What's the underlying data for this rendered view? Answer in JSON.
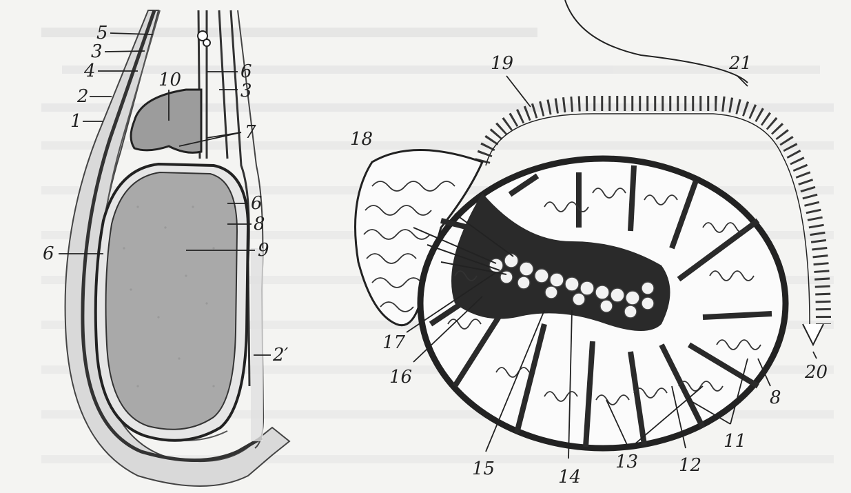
{
  "figure": {
    "left_labels": [
      "5",
      "3",
      "4",
      "2",
      "1",
      "10",
      "6",
      "3",
      "7",
      "6",
      "8",
      "6",
      "9",
      "2′"
    ],
    "right_labels": [
      "19",
      "21",
      "18",
      "17",
      "16",
      "15",
      "14",
      "13",
      "12",
      "11",
      "8",
      "20"
    ]
  },
  "colors": {
    "paper": "#f4f4f2",
    "ink": "#222222",
    "parenchyma": "#a9a9a9",
    "epididymis_head": "#9c9c9c",
    "septa": "#2a2a2a"
  }
}
